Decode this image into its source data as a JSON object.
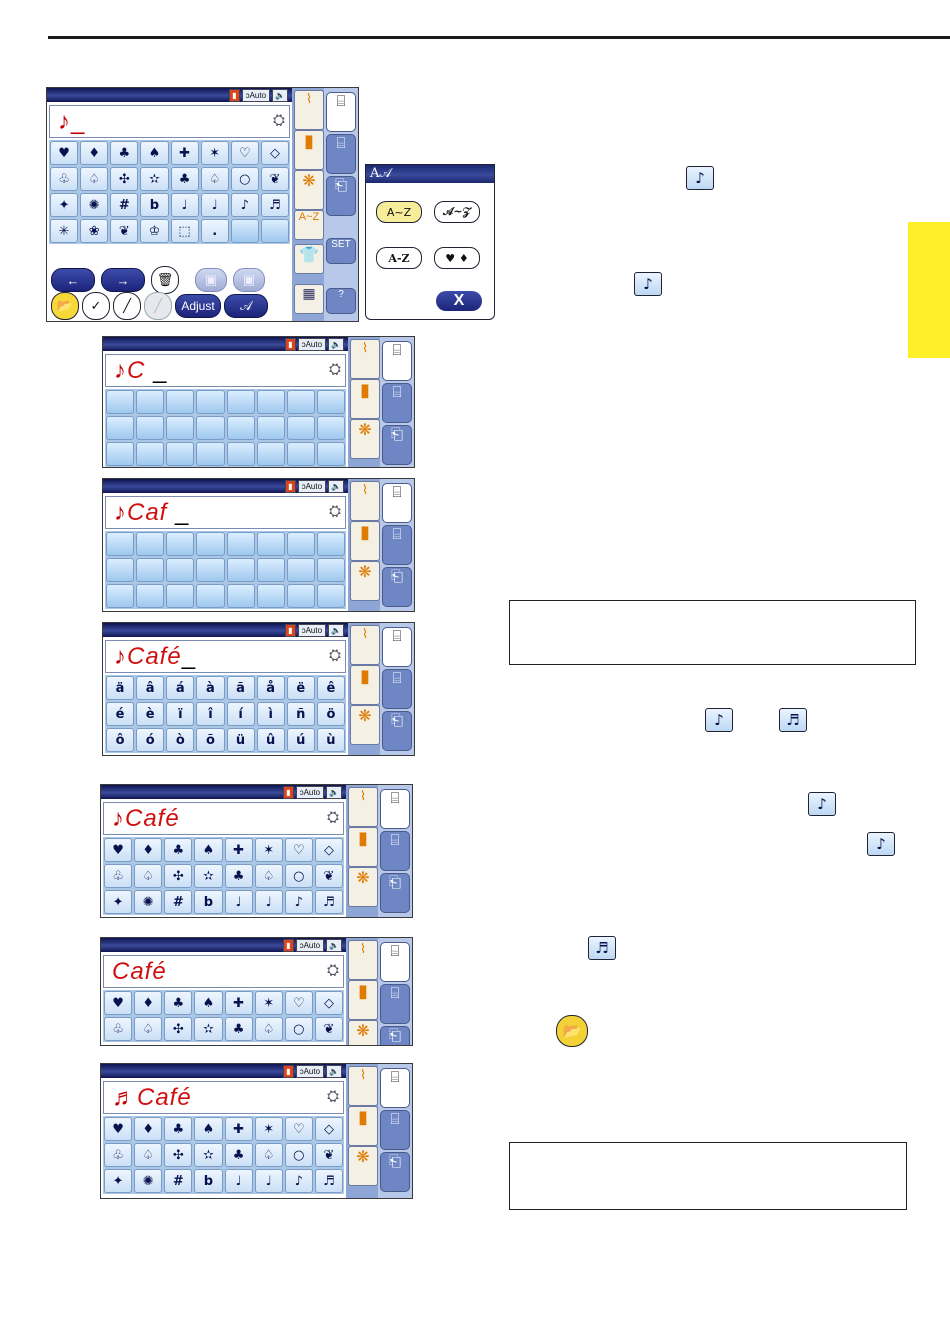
{
  "status": {
    "auto_label": "Auto"
  },
  "side_labels": {
    "az": "A~Z",
    "set": "SET",
    "help": "?"
  },
  "main_panel": {
    "text": "♪_",
    "rows": [
      [
        "♥",
        "♦",
        "♣",
        "♠",
        "✚",
        "✶",
        "♡",
        "◇"
      ],
      [
        "♧",
        "♤",
        "✣",
        "✫",
        "♣",
        "♤",
        "○",
        "❦"
      ],
      [
        "✦",
        "✺",
        "#",
        "b",
        "♩",
        "♩",
        "♪",
        "♬"
      ],
      [
        "✳",
        "❀",
        "❦",
        "♔",
        "⬚",
        ".",
        "",
        ""
      ]
    ],
    "bottom": {
      "left_arrow": "←",
      "right_arrow": "→",
      "trash": "🗑",
      "adjust": "Adjust",
      "check": "✓",
      "slash": "╱",
      "font_btn": "𝒜"
    }
  },
  "font_popup": {
    "title": "A𝒜",
    "btn1": "A~Z",
    "btn2": "𝒜~𝒵",
    "btn3": "A-Z",
    "btn4": "♥ ♦",
    "close": "X"
  },
  "panels": [
    {
      "text_note": "♪",
      "text_red": "C",
      "text_blk": " _",
      "rows": [
        [
          "",
          "",
          "",
          "",
          "",
          "",
          "",
          ""
        ],
        [
          "",
          "",
          "",
          "",
          "",
          "",
          "",
          ""
        ],
        [
          "",
          "",
          "",
          "",
          "",
          "",
          "",
          ""
        ]
      ]
    },
    {
      "text_note": "♪",
      "text_red": "Caf",
      "text_blk": " _",
      "rows": [
        [
          "",
          "",
          "",
          "",
          "",
          "",
          "",
          ""
        ],
        [
          "",
          "",
          "",
          "",
          "",
          "",
          "",
          ""
        ],
        [
          "",
          "",
          "",
          "",
          "",
          "",
          "",
          ""
        ]
      ]
    },
    {
      "text_note": "♪",
      "text_red": "Café",
      "text_blk": "_",
      "rows": [
        [
          "ä",
          "â",
          "á",
          "à",
          "ã",
          "å",
          "ë",
          "ê"
        ],
        [
          "é",
          "è",
          "ï",
          "î",
          "í",
          "ì",
          "ñ",
          "ö"
        ],
        [
          "ô",
          "ó",
          "ò",
          "õ",
          "ü",
          "û",
          "ú",
          "ù"
        ]
      ]
    },
    {
      "text_note": "♪",
      "text_red": "Café",
      "text_blk": "",
      "rows": [
        [
          "♥",
          "♦",
          "♣",
          "♠",
          "✚",
          "✶",
          "♡",
          "◇"
        ],
        [
          "♧",
          "♤",
          "✣",
          "✫",
          "♣",
          "♤",
          "○",
          "❦"
        ],
        [
          "✦",
          "✺",
          "#",
          "b",
          "♩",
          "♩",
          "♪",
          "♬"
        ]
      ]
    },
    {
      "text_note": "",
      "text_red": "Café",
      "text_blk": "",
      "rows": [
        [
          "♥",
          "♦",
          "♣",
          "♠",
          "✚",
          "✶",
          "♡",
          "◇"
        ],
        [
          "♧",
          "♤",
          "✣",
          "✫",
          "♣",
          "♤",
          "○",
          "❦"
        ]
      ]
    },
    {
      "text_note": "♬",
      "text_red": "Café",
      "text_blk": "",
      "rows": [
        [
          "♥",
          "♦",
          "♣",
          "♠",
          "✚",
          "✶",
          "♡",
          "◇"
        ],
        [
          "♧",
          "♤",
          "✣",
          "✫",
          "♣",
          "♤",
          "○",
          "❦"
        ],
        [
          "✦",
          "✺",
          "#",
          "b",
          "♩",
          "♩",
          "♪",
          "♬"
        ]
      ]
    }
  ],
  "inline_icons": {
    "note_single": "♪",
    "note_double": "♬",
    "save": "📂"
  }
}
